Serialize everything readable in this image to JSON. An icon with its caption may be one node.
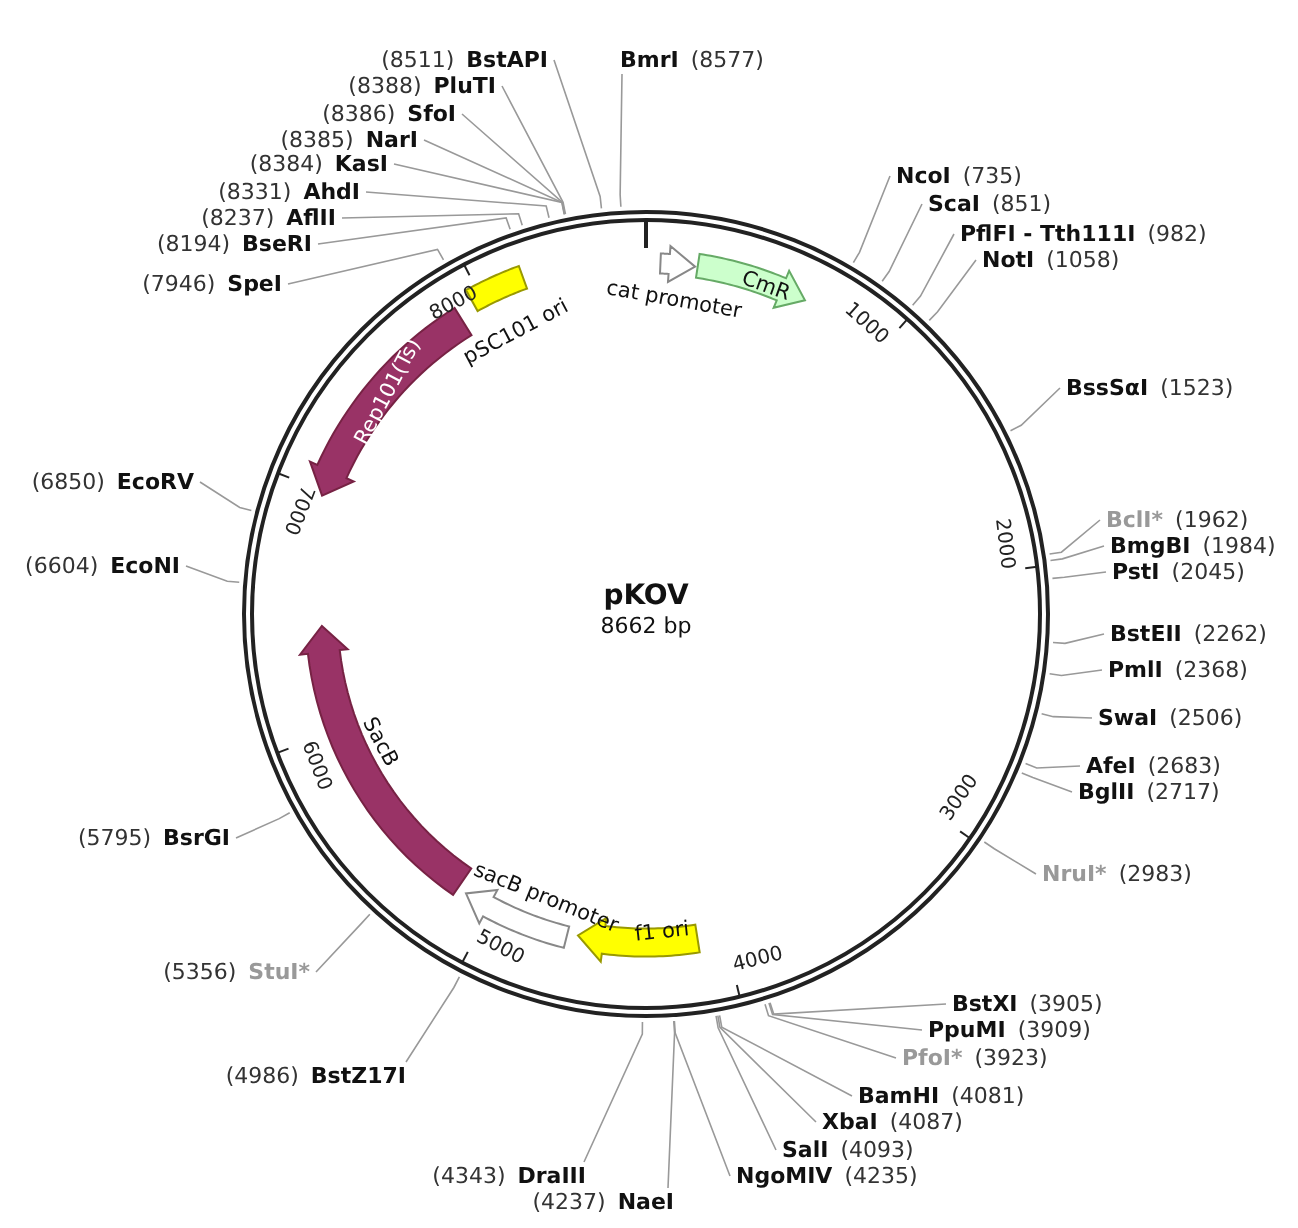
{
  "diagram": {
    "title": "pKOV",
    "nodes": [
      {
        "text": [
          "BmrI",
          "(8577)"
        ]
      },
      {
        "text": [
          "NcoI",
          "(735)"
        ]
      },
      {
        "text": [
          "ScaI",
          "(851)"
        ]
      },
      {
        "text": [
          "PflFI - Tth111I",
          "(982)"
        ]
      },
      {
        "text": [
          "NotI",
          "(1058)"
        ]
      },
      {
        "text": [
          "BssSαI",
          "(1523)"
        ]
      },
      {
        "text": [
          "BclI*",
          "(1962)"
        ]
      },
      {
        "text": [
          "BmgBI",
          "(1984)"
        ]
      },
      {
        "text": [
          "PstI",
          "(2045)"
        ]
      },
      {
        "text": [
          "BstEII",
          "(2262)"
        ]
      },
      {
        "text": [
          "PmlI",
          "(2368)"
        ]
      },
      {
        "text": [
          "SwaI",
          "(2506)"
        ]
      },
      {
        "text": [
          "AfeI",
          "(2683)"
        ]
      },
      {
        "text": [
          "BglII",
          "(2717)"
        ]
      },
      {
        "text": [
          "NruI*",
          "(2983)"
        ]
      },
      {
        "text": [
          "BstXI",
          "(3905)"
        ]
      },
      {
        "text": [
          "PpuMI",
          "(3909)"
        ]
      },
      {
        "text": [
          "PfoI*",
          "(3923)"
        ]
      },
      {
        "text": [
          "BamHI",
          "(4081)"
        ]
      },
      {
        "text": [
          "XbaI",
          "(4087)"
        ]
      },
      {
        "text": [
          "SalI",
          "(4093)"
        ]
      },
      {
        "text": [
          "NgoMIV",
          "(4235)"
        ]
      },
      {
        "text": [
          "(4237)",
          "NaeI"
        ]
      },
      {
        "text": [
          "(4343)",
          "DraIII"
        ]
      },
      {
        "text": [
          "(4986)",
          "BstZ17I"
        ]
      },
      {
        "text": [
          "(5356)",
          "StuI*"
        ]
      },
      {
        "text": [
          "(5795)",
          "BsrGI"
        ]
      },
      {
        "text": [
          "(6604)",
          "EcoNI"
        ]
      },
      {
        "text": [
          "(6850)",
          "EcoRV"
        ]
      },
      {
        "text": [
          "(7946)",
          "SpeI"
        ]
      },
      {
        "text": [
          "(8194)",
          "BseRI"
        ]
      },
      {
        "text": [
          "(8237)",
          "AflII"
        ]
      },
      {
        "text": [
          "(8331)",
          "AhdI"
        ]
      },
      {
        "text": [
          "(8384)",
          "KasI"
        ]
      },
      {
        "text": [
          "(8385)",
          "NarI"
        ]
      },
      {
        "text": [
          "(8386)",
          "SfoI"
        ]
      },
      {
        "text": [
          "(8388)",
          "PluTI"
        ]
      },
      {
        "text": [
          "(8511)",
          "BstAPI"
        ]
      },
      {
        "text": [
          "cat promoter"
        ]
      },
      {
        "text": [
          "CmR"
        ]
      },
      {
        "text": [
          "f1 ori"
        ]
      },
      {
        "text": [
          "sacB promoter"
        ]
      },
      {
        "text": [
          "SacB"
        ]
      },
      {
        "text": [
          "Rep101(Ts)"
        ]
      },
      {
        "text": [
          "pSC101 ori"
        ]
      }
    ],
    "edges": [
      {
        "from": 0,
        "to": null,
        "arrow": "none"
      },
      {
        "from": 1,
        "to": null,
        "arrow": "none"
      },
      {
        "from": 2,
        "to": null,
        "arrow": "none"
      },
      {
        "from": 3,
        "to": null,
        "arrow": "none"
      },
      {
        "from": 4,
        "to": null,
        "arrow": "none"
      },
      {
        "from": 5,
        "to": null,
        "arrow": "none"
      },
      {
        "from": 6,
        "to": null,
        "arrow": "none"
      },
      {
        "from": 7,
        "to": null,
        "arrow": "none"
      },
      {
        "from": 8,
        "to": null,
        "arrow": "none"
      },
      {
        "from": 9,
        "to": null,
        "arrow": "none"
      },
      {
        "from": 10,
        "to": null,
        "arrow": "none"
      },
      {
        "from": 11,
        "to": null,
        "arrow": "none"
      },
      {
        "from": 12,
        "to": null,
        "arrow": "none"
      },
      {
        "from": 13,
        "to": null,
        "arrow": "none"
      },
      {
        "from": 14,
        "to": null,
        "arrow": "none"
      },
      {
        "from": 15,
        "to": null,
        "arrow": "none"
      },
      {
        "from": 16,
        "to": null,
        "arrow": "none"
      },
      {
        "from": 17,
        "to": null,
        "arrow": "none"
      },
      {
        "from": 18,
        "to": null,
        "arrow": "none"
      },
      {
        "from": 19,
        "to": null,
        "arrow": "none"
      },
      {
        "from": 20,
        "to": null,
        "arrow": "none"
      },
      {
        "from": 21,
        "to": null,
        "arrow": "none"
      },
      {
        "from": 22,
        "to": null,
        "arrow": "none"
      },
      {
        "from": 23,
        "to": null,
        "arrow": "none"
      },
      {
        "from": 24,
        "to": null,
        "arrow": "none"
      },
      {
        "from": 25,
        "to": null,
        "arrow": "none"
      },
      {
        "from": 26,
        "to": null,
        "arrow": "none"
      },
      {
        "from": 27,
        "to": null,
        "arrow": "none"
      },
      {
        "from": 28,
        "to": null,
        "arrow": "none"
      },
      {
        "from": 29,
        "to": null,
        "arrow": "none"
      },
      {
        "from": 30,
        "to": null,
        "arrow": "none"
      },
      {
        "from": 31,
        "to": null,
        "arrow": "none"
      },
      {
        "from": 32,
        "to": null,
        "arrow": "none"
      },
      {
        "from": 33,
        "to": null,
        "arrow": "none"
      },
      {
        "from": 34,
        "to": null,
        "arrow": "none"
      },
      {
        "from": 35,
        "to": null,
        "arrow": "none"
      },
      {
        "from": 36,
        "to": null,
        "arrow": "none"
      },
      {
        "from": 37,
        "to": null,
        "arrow": "none"
      }
    ],
    "labels": [
      "8662 bp",
      "1000",
      "2000",
      "3000",
      "4000",
      "5000",
      "6000",
      "7000",
      "8000"
    ]
  }
}
